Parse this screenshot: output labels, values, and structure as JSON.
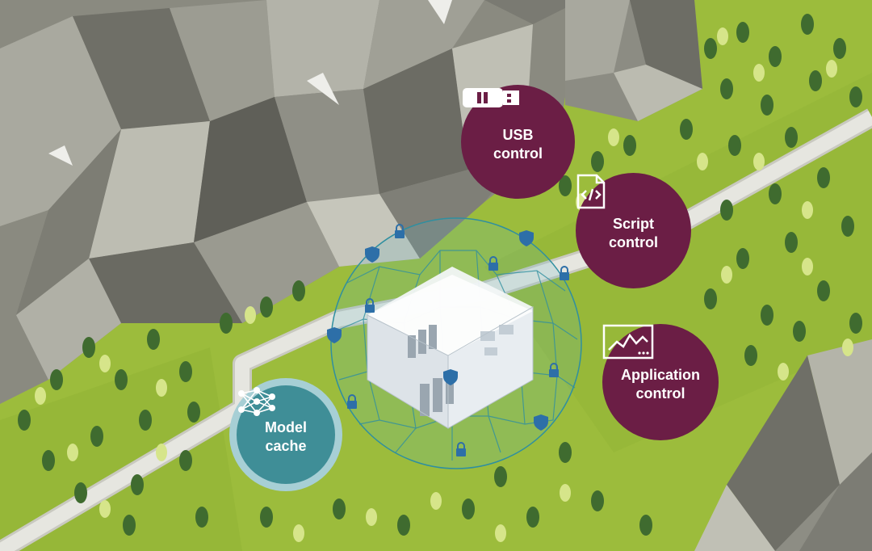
{
  "colors": {
    "badge_purple": "#6b1e45",
    "badge_teal": "#3f8e97",
    "badge_teal_ring": "#a7cfd5",
    "grass": "#9cbc3c",
    "road": "#e2e2dc",
    "mountain": "#8c8c82",
    "dome": "#2f8fa0",
    "lock": "#2d6fa8"
  },
  "badges": {
    "usb": {
      "line1": "USB",
      "line2": "control",
      "icon": "usb-stick-icon"
    },
    "script": {
      "line1": "Script",
      "line2": "control",
      "icon": "code-file-icon"
    },
    "application": {
      "line1": "Application",
      "line2": "control",
      "icon": "activity-monitor-icon"
    },
    "model": {
      "line1": "Model",
      "line2": "cache",
      "icon": "neural-network-icon"
    }
  }
}
